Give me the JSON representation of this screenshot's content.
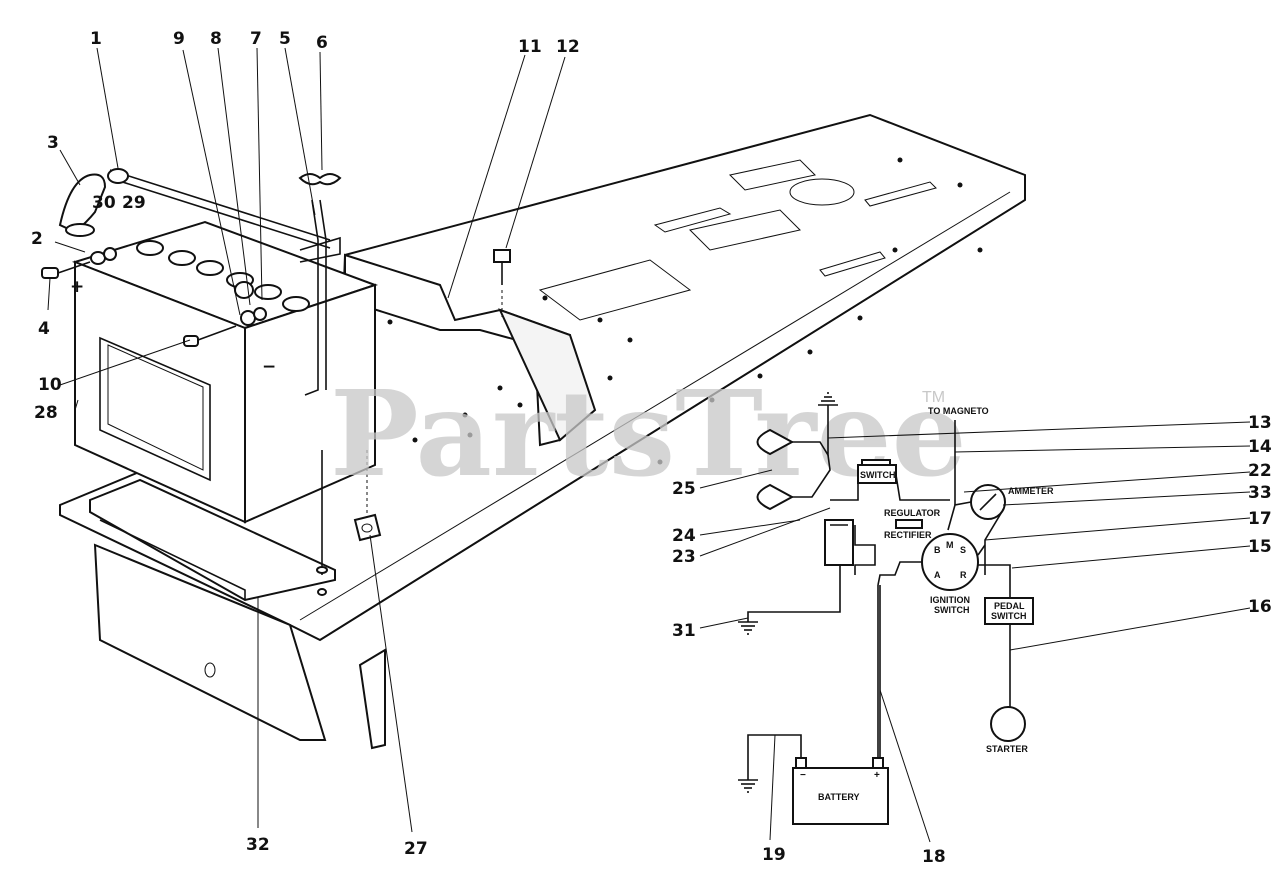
{
  "watermark": {
    "text": "PartsTree",
    "tm": "TM"
  },
  "callouts": {
    "c1": "1",
    "c2": "2",
    "c3": "3",
    "c4": "4",
    "c5": "5",
    "c6": "6",
    "c7": "7",
    "c8": "8",
    "c9": "9",
    "c10": "10",
    "c11": "11",
    "c12": "12",
    "c13": "13",
    "c14": "14",
    "c15": "15",
    "c16": "16",
    "c17": "17",
    "c18": "18",
    "c19": "19",
    "c22": "22",
    "c23": "23",
    "c24": "24",
    "c25": "25",
    "c27": "27",
    "c28": "28",
    "c29": "29",
    "c30": "30",
    "c31": "31",
    "c32": "32",
    "c33": "33"
  },
  "battery_terminals": {
    "positive": "+",
    "negative": "−"
  },
  "wiring_labels": {
    "to_magneto": "TO MAGNETO",
    "switch": "SWITCH",
    "ammeter": "AMMETER",
    "regulator": "REGULATOR",
    "rectifier": "RECTIFIER",
    "ignition_switch_1": "IGNITION",
    "ignition_switch_2": "SWITCH",
    "pedal_switch_1": "PEDAL",
    "pedal_switch_2": "SWITCH",
    "starter": "STARTER",
    "battery": "BATTERY",
    "term_b": "B",
    "term_m": "M",
    "term_s": "S",
    "term_a": "A",
    "term_r": "R",
    "bat_pos": "+",
    "bat_neg": "−"
  }
}
